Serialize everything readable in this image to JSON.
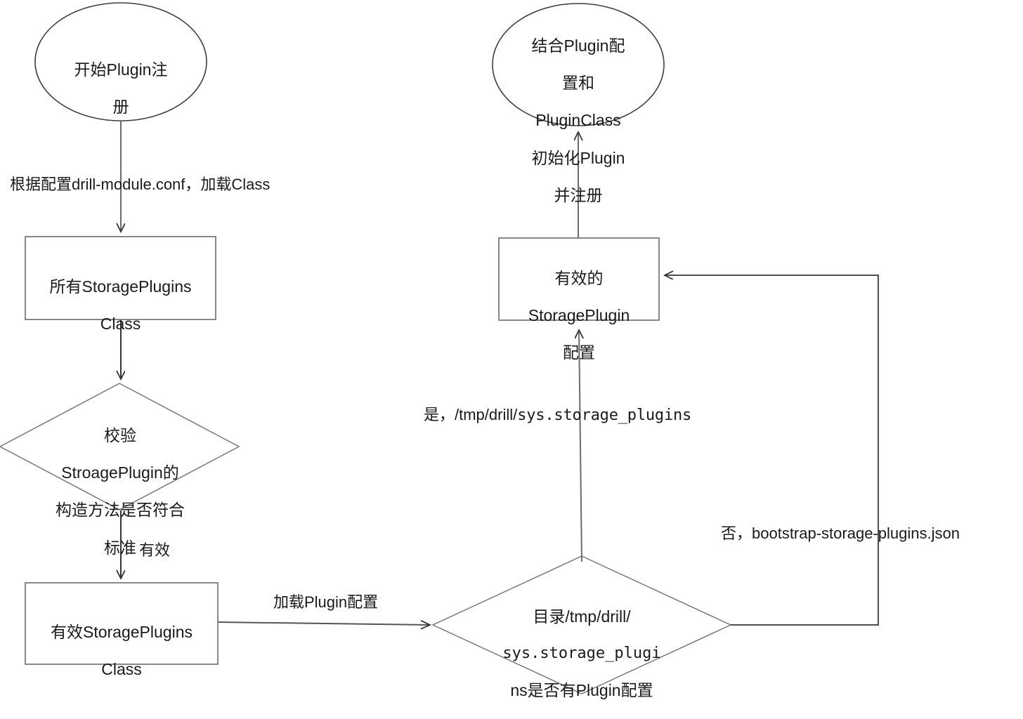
{
  "diagram": {
    "title": "Drill StoragePlugin 注册流程图",
    "type": "flowchart",
    "stroke_color": "#4d4d4d",
    "text_color": "#1a1a1a",
    "background": "#ffffff"
  },
  "nodes": {
    "start": {
      "shape": "ellipse",
      "lines": [
        "开始Plugin注",
        "册"
      ]
    },
    "all_classes": {
      "shape": "rectangle",
      "lines": [
        "所有StoragePlugins",
        "Class"
      ]
    },
    "validate": {
      "shape": "diamond",
      "lines": [
        "校验",
        "StroagePlugin的",
        "构造方法是否符合",
        "标准"
      ]
    },
    "valid_classes": {
      "shape": "rectangle",
      "lines": [
        "有效StoragePlugins",
        "Class"
      ]
    },
    "dir_check": {
      "shape": "diamond",
      "line1": "目录/tmp/drill/",
      "line2_mono": "sys.storage_plugi",
      "line3": "ns是否有Plugin配置"
    },
    "valid_config": {
      "shape": "rectangle",
      "lines": [
        "有效的",
        "StoragePlugin",
        "配置"
      ]
    },
    "end": {
      "shape": "ellipse",
      "lines": [
        "结合Plugin配",
        "置和",
        "PluginClass",
        "初始化Plugin",
        "并注册"
      ]
    }
  },
  "edges": {
    "load_class": {
      "label": "根据配置drill-module.conf，加载Class",
      "from": "start",
      "to": "all_classes"
    },
    "valid": {
      "label": "有效",
      "from": "validate",
      "to": "valid_classes"
    },
    "load_plugin_conf": {
      "label": "加载Plugin配置",
      "from": "valid_classes",
      "to": "dir_check"
    },
    "yes_branch": {
      "label_prefix": "是，/tmp/drill/",
      "label_mono": "sys.storage_plugins",
      "from": "dir_check",
      "to": "valid_config"
    },
    "no_branch": {
      "label": "否，bootstrap-storage-plugins.json",
      "from": "dir_check",
      "to": "valid_config"
    },
    "to_end": {
      "label": "",
      "from": "valid_config",
      "to": "end"
    }
  }
}
